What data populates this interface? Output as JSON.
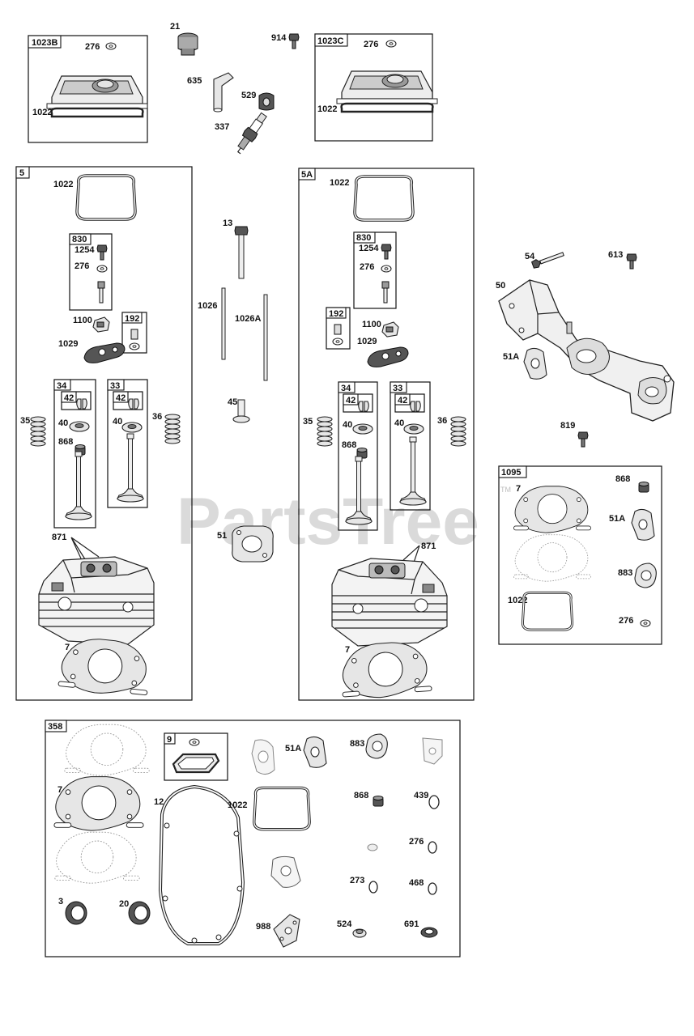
{
  "watermark": {
    "text": "PartsTree",
    "tm": "TM"
  },
  "boxes": {
    "b1023B": "1023B",
    "b1023C": "1023C",
    "b5": "5",
    "b5A": "5A",
    "b830L": "830",
    "b830R": "830",
    "b192L": "192",
    "b192R": "192",
    "b34L": "34",
    "b33L": "33",
    "b34R": "34",
    "b33R": "33",
    "b42a": "42",
    "b42b": "42",
    "b42c": "42",
    "b42d": "42",
    "b1095": "1095",
    "b358": "358",
    "b9": "9"
  },
  "labels": {
    "l276a": "276",
    "l1022a": "1022",
    "l21": "21",
    "l914": "914",
    "l635": "635",
    "l529": "529",
    "l337": "337",
    "l276b": "276",
    "l1022b": "1022",
    "l1022c": "1022",
    "l1254a": "1254",
    "l276c": "276",
    "l1100a": "1100",
    "l1029a": "1029",
    "l35a": "35",
    "l40a": "40",
    "l40b": "40",
    "l868a": "868",
    "l36a": "36",
    "l871a": "871",
    "l7a": "7",
    "l13": "13",
    "l1026": "1026",
    "l1026A": "1026A",
    "l45": "45",
    "l51a": "51",
    "l1022d": "1022",
    "l1254b": "1254",
    "l276d": "276",
    "l1100b": "1100",
    "l1029b": "1029",
    "l35b": "35",
    "l40c": "40",
    "l40d": "40",
    "l868b": "868",
    "l36b": "36",
    "l871b": "871",
    "l7b": "7",
    "l54": "54",
    "l613": "613",
    "l50": "50",
    "l51Aa": "51A",
    "l819": "819",
    "l7c": "7",
    "l868c": "868",
    "l51Ab": "51A",
    "l883a": "883",
    "l1022e": "1022",
    "l276e": "276",
    "l7d": "7",
    "l12": "12",
    "l1022f": "1022",
    "l51Ac": "51A",
    "l883b": "883",
    "l868d": "868",
    "l439": "439",
    "l276f": "276",
    "l273": "273",
    "l468": "468",
    "l3": "3",
    "l20": "20",
    "l988": "988",
    "l524": "524",
    "l691": "691"
  }
}
